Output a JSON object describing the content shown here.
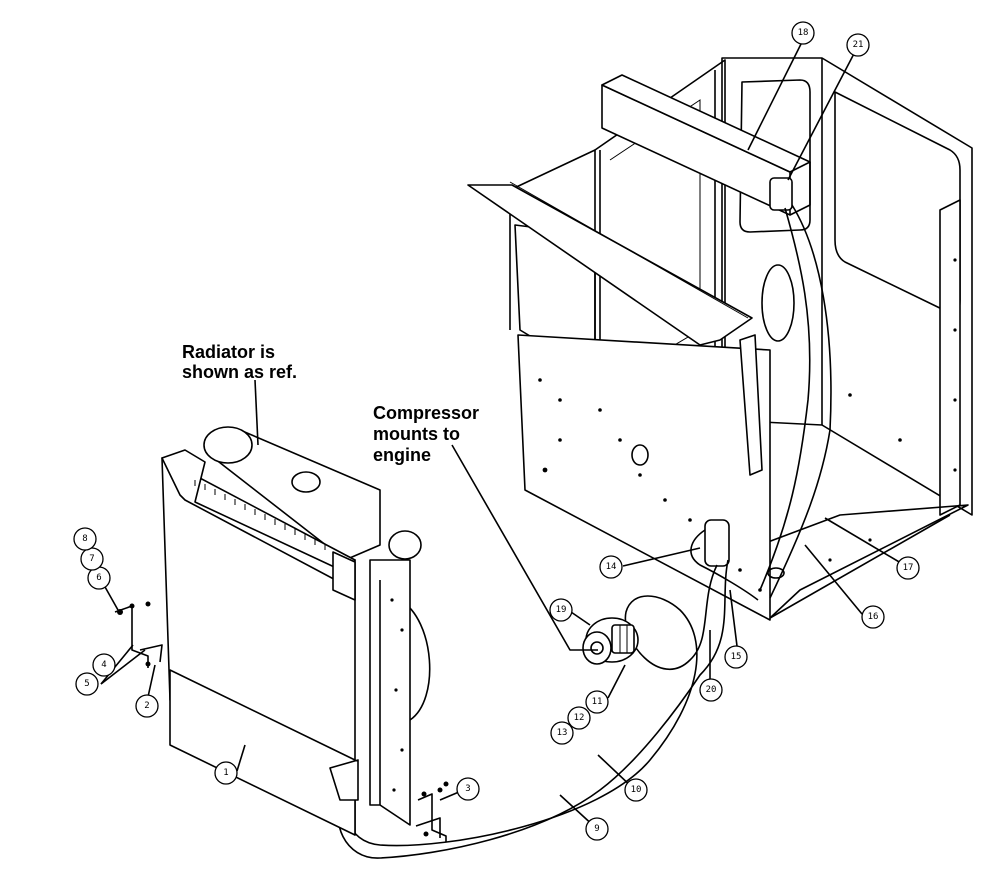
{
  "notes": {
    "radiator_line1": "Radiator is",
    "radiator_line2": "shown as ref.",
    "compressor_line1": "Compressor",
    "compressor_line2": "mounts to",
    "compressor_line3": "engine"
  },
  "callouts": {
    "c1": "1",
    "c2": "2",
    "c3": "3",
    "c4": "4",
    "c5": "5",
    "c6": "6",
    "c7": "7",
    "c8": "8",
    "c9": "9",
    "c10": "10",
    "c11": "11",
    "c12": "12",
    "c13": "13",
    "c14": "14",
    "c15": "15",
    "c16": "16",
    "c17": "17",
    "c18": "18",
    "c19": "19",
    "c20": "20",
    "c21": "21"
  }
}
